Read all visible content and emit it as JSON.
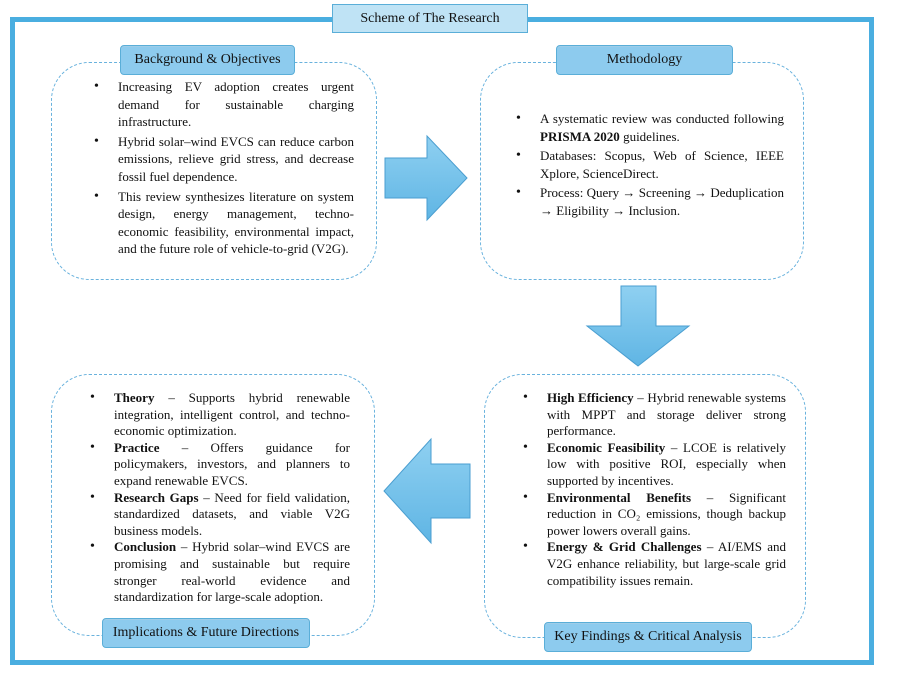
{
  "title": "Scheme of The Research",
  "colors": {
    "frame": "#4aaee0",
    "label_fill": "#8dcbee",
    "title_fill": "#bfe3f5",
    "arrow_fill": "#6fbfe9",
    "dash": "#69b2dd"
  },
  "sections": {
    "background": {
      "label": "Background & Objectives",
      "items": [
        {
          "bold": "",
          "text": "Increasing EV adoption creates urgent demand for sustainable charging infrastructure."
        },
        {
          "bold": "",
          "text": "Hybrid solar–wind EVCS can reduce carbon emissions, relieve grid stress, and decrease fossil fuel dependence."
        },
        {
          "bold": "",
          "text": "This review synthesizes literature on system design, energy management, techno-economic feasibility, environmental impact, and the future role of vehicle-to-grid (V2G)."
        }
      ]
    },
    "methodology": {
      "label": "Methodology",
      "items": [
        {
          "pre": "A systematic review was conducted following ",
          "bold": "PRISMA 2020",
          "post": " guidelines."
        },
        {
          "pre": "Databases: Scopus, Web of Science, IEEE Xplore, ScienceDirect.",
          "bold": "",
          "post": ""
        },
        {
          "pre": "Process: Query → Screening → Deduplication → Eligibility → Inclusion.",
          "bold": "",
          "post": ""
        }
      ]
    },
    "findings": {
      "label": "Key Findings & Critical Analysis",
      "items": [
        {
          "bold": "High Efficiency",
          "text": " – Hybrid renewable systems with MPPT and storage deliver strong performance."
        },
        {
          "bold": "Economic Feasibility",
          "text": " – LCOE is relatively low with positive ROI, especially when supported by incentives."
        },
        {
          "bold": "Environmental Benefits",
          "text": " – Significant reduction in CO₂ emissions, though backup power lowers overall gains."
        },
        {
          "bold": "Energy & Grid Challenges",
          "text": " – AI/EMS and V2G enhance reliability, but large-scale grid compatibility issues remain."
        }
      ]
    },
    "implications": {
      "label": "Implications & Future Directions",
      "items": [
        {
          "bold": "Theory",
          "text": " – Supports hybrid renewable integration, intelligent control, and techno-economic optimization."
        },
        {
          "bold": "Practice",
          "text": " – Offers guidance for policymakers, investors, and planners to expand renewable EVCS."
        },
        {
          "bold": "Research Gaps",
          "text": " – Need for field validation, standardized datasets, and viable V2G business models."
        },
        {
          "bold": "Conclusion",
          "text": " – Hybrid solar–wind EVCS are promising and sustainable but require stronger real-world evidence and standardization for large-scale adoption."
        }
      ]
    }
  }
}
